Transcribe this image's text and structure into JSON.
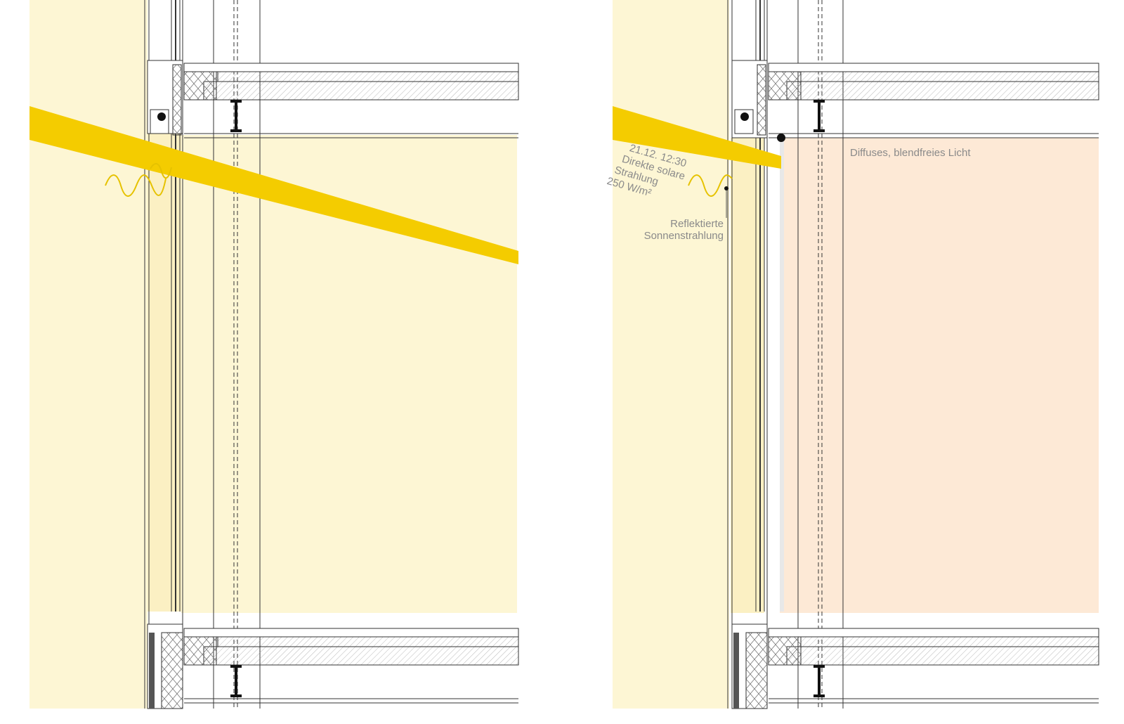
{
  "left_panel": {
    "colors": {
      "exterior": "#fdf6d4",
      "interior": "#fdf6d4",
      "beam": "#f4cc00"
    }
  },
  "right_panel": {
    "colors": {
      "exterior": "#fdf6d4",
      "interior": "#fde9d6",
      "beam": "#f4cc00",
      "blind": "#e8e8e8"
    },
    "sun_date_time": "21.12. 12:30",
    "sun_line1": "Direkte solare",
    "sun_line2": "Strahlung",
    "sun_power": "250 W/m²",
    "reflected_line1": "Reflektierte",
    "reflected_line2": "Sonnenstrahlung",
    "diffuse_label": "Diffuses, blendfreies Licht"
  }
}
